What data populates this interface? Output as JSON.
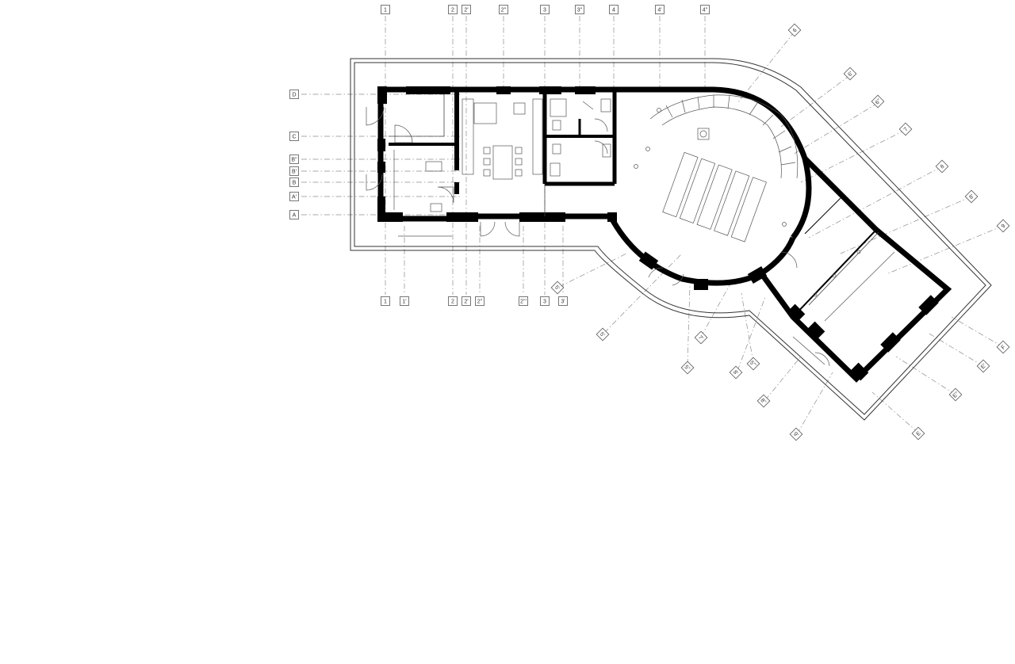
{
  "drawing": {
    "type": "architectural floor plan",
    "accent_color": "#000000",
    "grid_line_color": "#8c8c8c"
  },
  "grid_tags": {
    "top": [
      "1",
      "2",
      "2'",
      "2''",
      "3",
      "3''",
      "4",
      "4'",
      "4''"
    ],
    "bottom": [
      "1",
      "1'",
      "2",
      "2'",
      "2''",
      "2'''",
      "3",
      "3'"
    ],
    "left": [
      "D",
      "C",
      "B''",
      "B'",
      "B",
      "A'",
      "A"
    ],
    "radial_top": [
      "6",
      "6'",
      "6''",
      "7",
      "8",
      "8'",
      "9"
    ],
    "radial_bottom": [
      "5'",
      "5'",
      "5''",
      "7'",
      "8'",
      "5'''",
      "8''",
      "9'"
    ],
    "radial_right": [
      "F",
      "E'",
      "E''",
      "E"
    ]
  }
}
